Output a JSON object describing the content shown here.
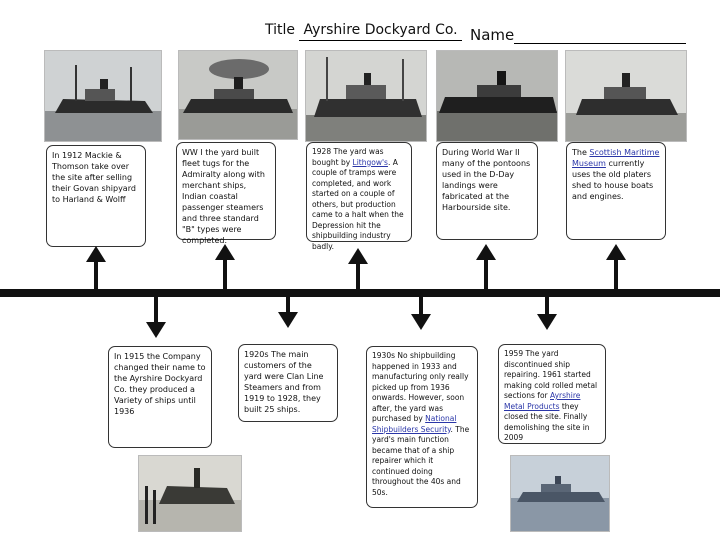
{
  "header": {
    "title_label": "Title",
    "title_value": "Ayrshire Dockyard Co.",
    "name_label": "Name"
  },
  "top_events": [
    {
      "pre": "In 1912 Mackie & Thomson take over the site after selling their Govan shipyard to Harland & Wolff",
      "link": "",
      "post": ""
    },
    {
      "pre": "WW I the yard built fleet tugs for the Admiralty along with merchant ships, Indian coastal passenger steamers and three standard \"B\" types were completed.",
      "link": "",
      "post": ""
    },
    {
      "pre": "1928 The yard was bought by ",
      "link": "Lithgow's",
      "post": ". A couple of tramps were completed, and work started on a couple of others, but production came to a halt when the Depression hit the shipbuilding industry badly."
    },
    {
      "pre": "During World War II many of the pontoons used in the D-Day landings were fabricated at the Harbourside site.",
      "link": "",
      "post": ""
    },
    {
      "pre": "The ",
      "link": "Scottish Maritime Museum",
      "post": " currently uses the old platers shed to house boats and engines."
    }
  ],
  "bottom_events": [
    {
      "pre": "In 1915 the Company changed their name to the Ayrshire Dockyard Co. they produced a Variety of ships until 1936",
      "link1": "",
      "mid": "",
      "link2": "",
      "post": ""
    },
    {
      "pre": "1920s The main customers of the yard were Clan Line Steamers and from 1919 to 1928, they built 25 ships.",
      "link1": "",
      "mid": "",
      "link2": "",
      "post": ""
    },
    {
      "pre": "1930s No shipbuilding happened in 1933 and manufacturing only really picked up from 1936 onwards. However, soon after, the yard was purchased by ",
      "link1": "National Shipbuilders Security",
      "mid": ". The yard's main function became that of a ship repairer which it continued doing throughout the 40s and 50s.",
      "link2": "",
      "post": ""
    },
    {
      "pre": "1959 The yard discontinued ship repairing. 1961 started making cold rolled metal sections for ",
      "link1": "Ayrshire Metal Products",
      "mid": " they closed the site. Finally demolishing the site in 2009",
      "link2": "",
      "post": ""
    }
  ]
}
